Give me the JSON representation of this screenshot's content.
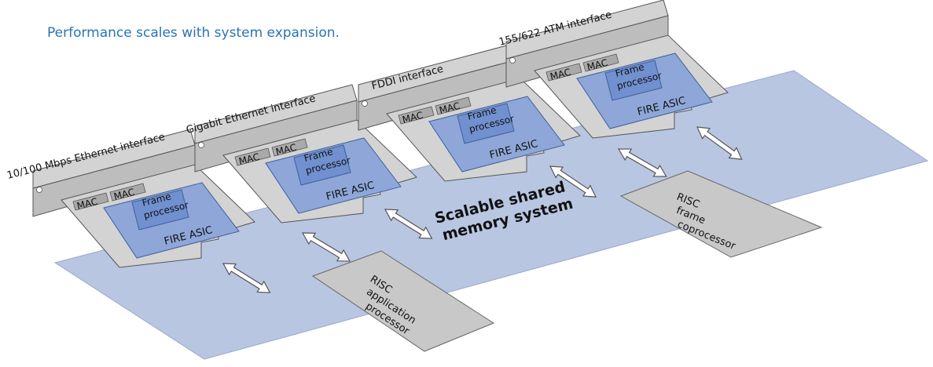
{
  "caption": "Performance scales with system expansion.",
  "memory_label": {
    "line1": "Scalable shared",
    "line2": "memory system"
  },
  "mac_label": "MAC",
  "frame_processor_label": {
    "line1": "Frame",
    "line2": "processor"
  },
  "fire_asic_label": "FIRE ASIC",
  "cards": [
    {
      "interface_label": "10/100 Mbps Ethernet interface"
    },
    {
      "interface_label": "Gigabit Ethernet interface"
    },
    {
      "interface_label": "FDDI interface"
    },
    {
      "interface_label": "155/622 ATM interface"
    }
  ],
  "processors": [
    {
      "line1": "RISC",
      "line2": "application",
      "line3": "processor"
    },
    {
      "line1": "RISC",
      "line2": "frame",
      "line3": "coprocessor"
    }
  ],
  "colors": {
    "caption": "#2a73b5",
    "plane_fill": "#b9c6e2",
    "plane_stroke": "#9aa8cc",
    "card_fill": "#d3d3d3",
    "card_stroke": "#555555",
    "mac_fill": "#a9a9a9",
    "asic_fill": "#8ea7d8",
    "asic_stroke": "#3f5f9c",
    "frame_fill": "#7090cf",
    "processor_fill": "#c8c8c8"
  }
}
